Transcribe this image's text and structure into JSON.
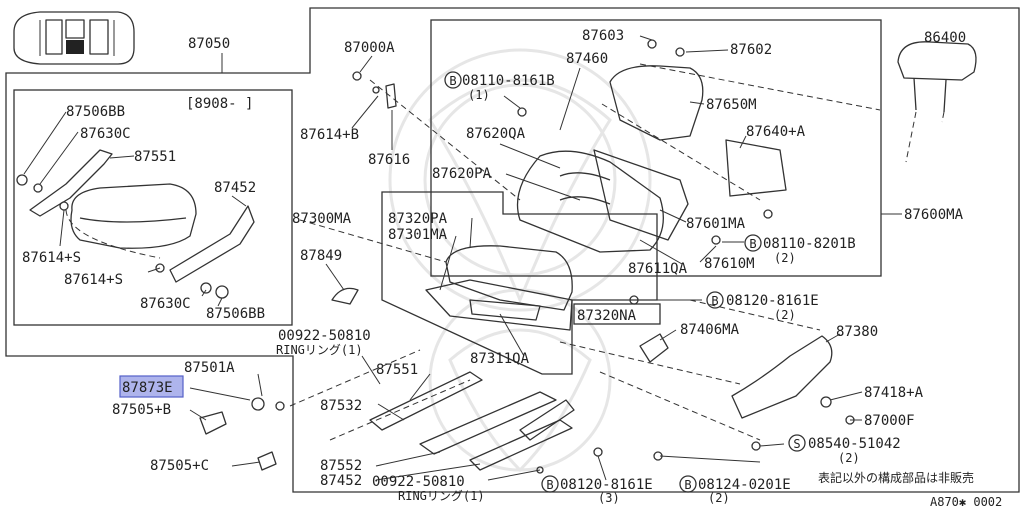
{
  "diagram_code": "A870✱ 0002",
  "notice": "表記以外の構成部品は非販売",
  "inset_date": "[8908-   ]",
  "highlighted_part": "87873E",
  "labels": {
    "p87050": "87050",
    "p87000A": "87000A",
    "p87614B": "87614+B",
    "p87616": "87616",
    "b1_num": "08110-8161B",
    "b1_qty": "(1)",
    "p87460": "87460",
    "p87603": "87603",
    "p87602": "87602",
    "p86400": "86400",
    "p87650M": "87650M",
    "p87640A": "87640+A",
    "p87620QA": "87620QA",
    "p87620PA": "87620PA",
    "p87600MA": "87600MA",
    "p87601MA": "87601MA",
    "b2_num": "08110-8201B",
    "b2_qty": "(2)",
    "p87610M": "87610M",
    "p87611QA": "87611QA",
    "p87300MA": "87300MA",
    "p87320PA": "87320PA",
    "p87301MA": "87301MA",
    "p87849": "87849",
    "b3_num": "08120-8161E",
    "b3_qty": "(2)",
    "p87320NA": "87320NA",
    "p87406MA": "87406MA",
    "p87380": "87380",
    "p87311QA": "87311QA",
    "ring1_num": "00922-50810",
    "ring1_txt": "RINGリング(1)",
    "p87551b": "87551",
    "p87532": "87532",
    "p87501A": "87501A",
    "p87873E": "87873E",
    "p87505B": "87505+B",
    "p87505C": "87505+C",
    "p87552": "87552",
    "p87452b": "87452",
    "ring2_num": "00922-50810",
    "ring2_txt": "RINGリング(1)",
    "b4_num": "08120-8161E",
    "b4_qty": "(3)",
    "b5_num": "08124-0201E",
    "b5_qty": "(2)",
    "p87418A": "87418+A",
    "p87000F": "87000F",
    "s1_num": "08540-51042",
    "s1_qty": "(2)",
    "i87506BB_a": "87506BB",
    "i87630C_a": "87630C",
    "i87551": "87551",
    "i87452": "87452",
    "i87614S_a": "87614+S",
    "i87614S_b": "87614+S",
    "i87630C_b": "87630C",
    "i87506BB_b": "87506BB",
    "bolt_mark": "B",
    "screw_mark": "S"
  }
}
